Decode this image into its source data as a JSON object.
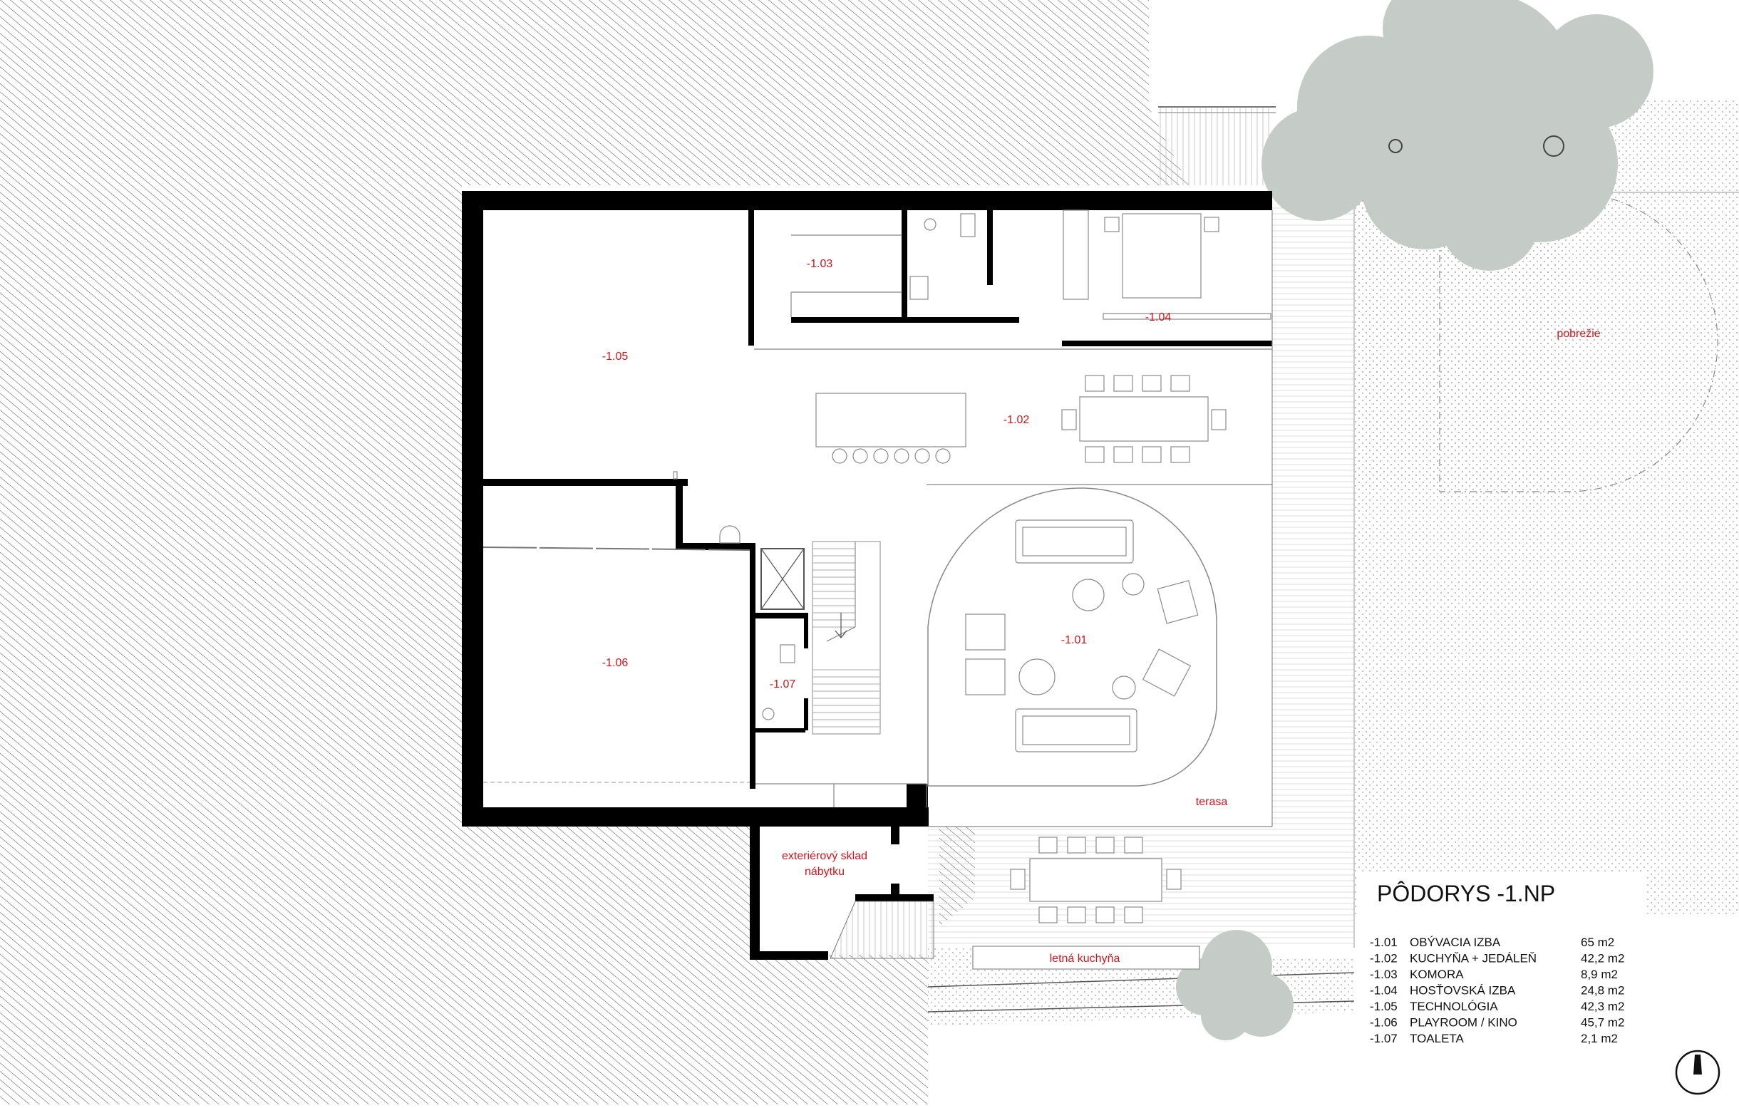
{
  "rooms": [
    {
      "id": "-1.01",
      "label": "-1.01"
    },
    {
      "id": "-1.02",
      "label": "-1.02"
    },
    {
      "id": "-1.03",
      "label": "-1.03"
    },
    {
      "id": "-1.04",
      "label": "-1.04"
    },
    {
      "id": "-1.05",
      "label": "-1.05"
    },
    {
      "id": "-1.06",
      "label": "-1.06"
    },
    {
      "id": "-1.07",
      "label": "-1.07"
    }
  ],
  "site_labels": {
    "terrace": "terasa",
    "storage_line1": "exteriérový sklad",
    "storage_line2": "nábytku",
    "summer_kitchen": "letná kuchyňa",
    "shore": "pobrežie"
  },
  "legend": {
    "title": "PÔDORYS -1.NP",
    "rows": [
      {
        "code": "-1.01",
        "name": "OBÝVACIA IZBA",
        "area": "65 m2"
      },
      {
        "code": "-1.02",
        "name": "KUCHYŇA + JEDÁLEŇ",
        "area": "42,2 m2"
      },
      {
        "code": "-1.03",
        "name": "KOMORA",
        "area": "8,9 m2"
      },
      {
        "code": "-1.04",
        "name": "HOSŤOVSKÁ IZBA",
        "area": "24,8 m2"
      },
      {
        "code": "-1.05",
        "name": "TECHNOLÓGIA",
        "area": "42,3 m2"
      },
      {
        "code": "-1.06",
        "name": "PLAYROOM / KINO",
        "area": "45,7 m2"
      },
      {
        "code": "-1.07",
        "name": "TOALETA",
        "area": "2,1 m2"
      }
    ]
  },
  "colors": {
    "label_red": "#d8141a",
    "wall": "#000000",
    "tree": "#c5ccc8",
    "hatch": "#555555"
  },
  "icons": {
    "north": "north-arrow-icon"
  }
}
